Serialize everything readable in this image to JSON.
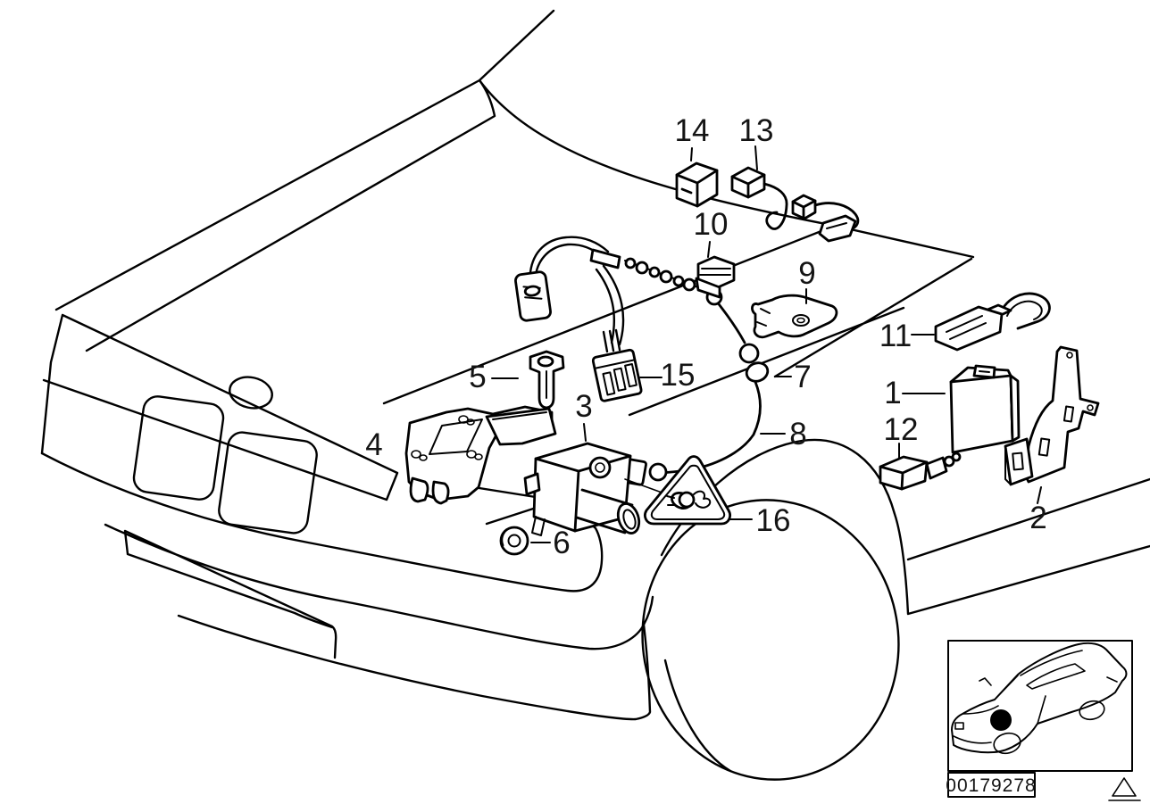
{
  "diagram": {
    "type": "parts-exploded-diagram",
    "background": "#ffffff",
    "line_color": "#000000",
    "callouts": [
      {
        "label": "1"
      },
      {
        "label": "2"
      },
      {
        "label": "3"
      },
      {
        "label": "4"
      },
      {
        "label": "5"
      },
      {
        "label": "6"
      },
      {
        "label": "7"
      },
      {
        "label": "8"
      },
      {
        "label": "9"
      },
      {
        "label": "10"
      },
      {
        "label": "11"
      },
      {
        "label": "12"
      },
      {
        "label": "13"
      },
      {
        "label": "14"
      },
      {
        "label": "15"
      },
      {
        "label": "16"
      }
    ],
    "warning_badge": {
      "icon": "electric-plug-warning-triangle-icon"
    },
    "locator_thumbnail": {
      "icon": "car-sketch-icon",
      "marker": "black-dot-location-marker"
    },
    "stamp": {
      "part_number": "00179278"
    },
    "footnote_marker": {
      "icon": "triangle-icon"
    }
  }
}
